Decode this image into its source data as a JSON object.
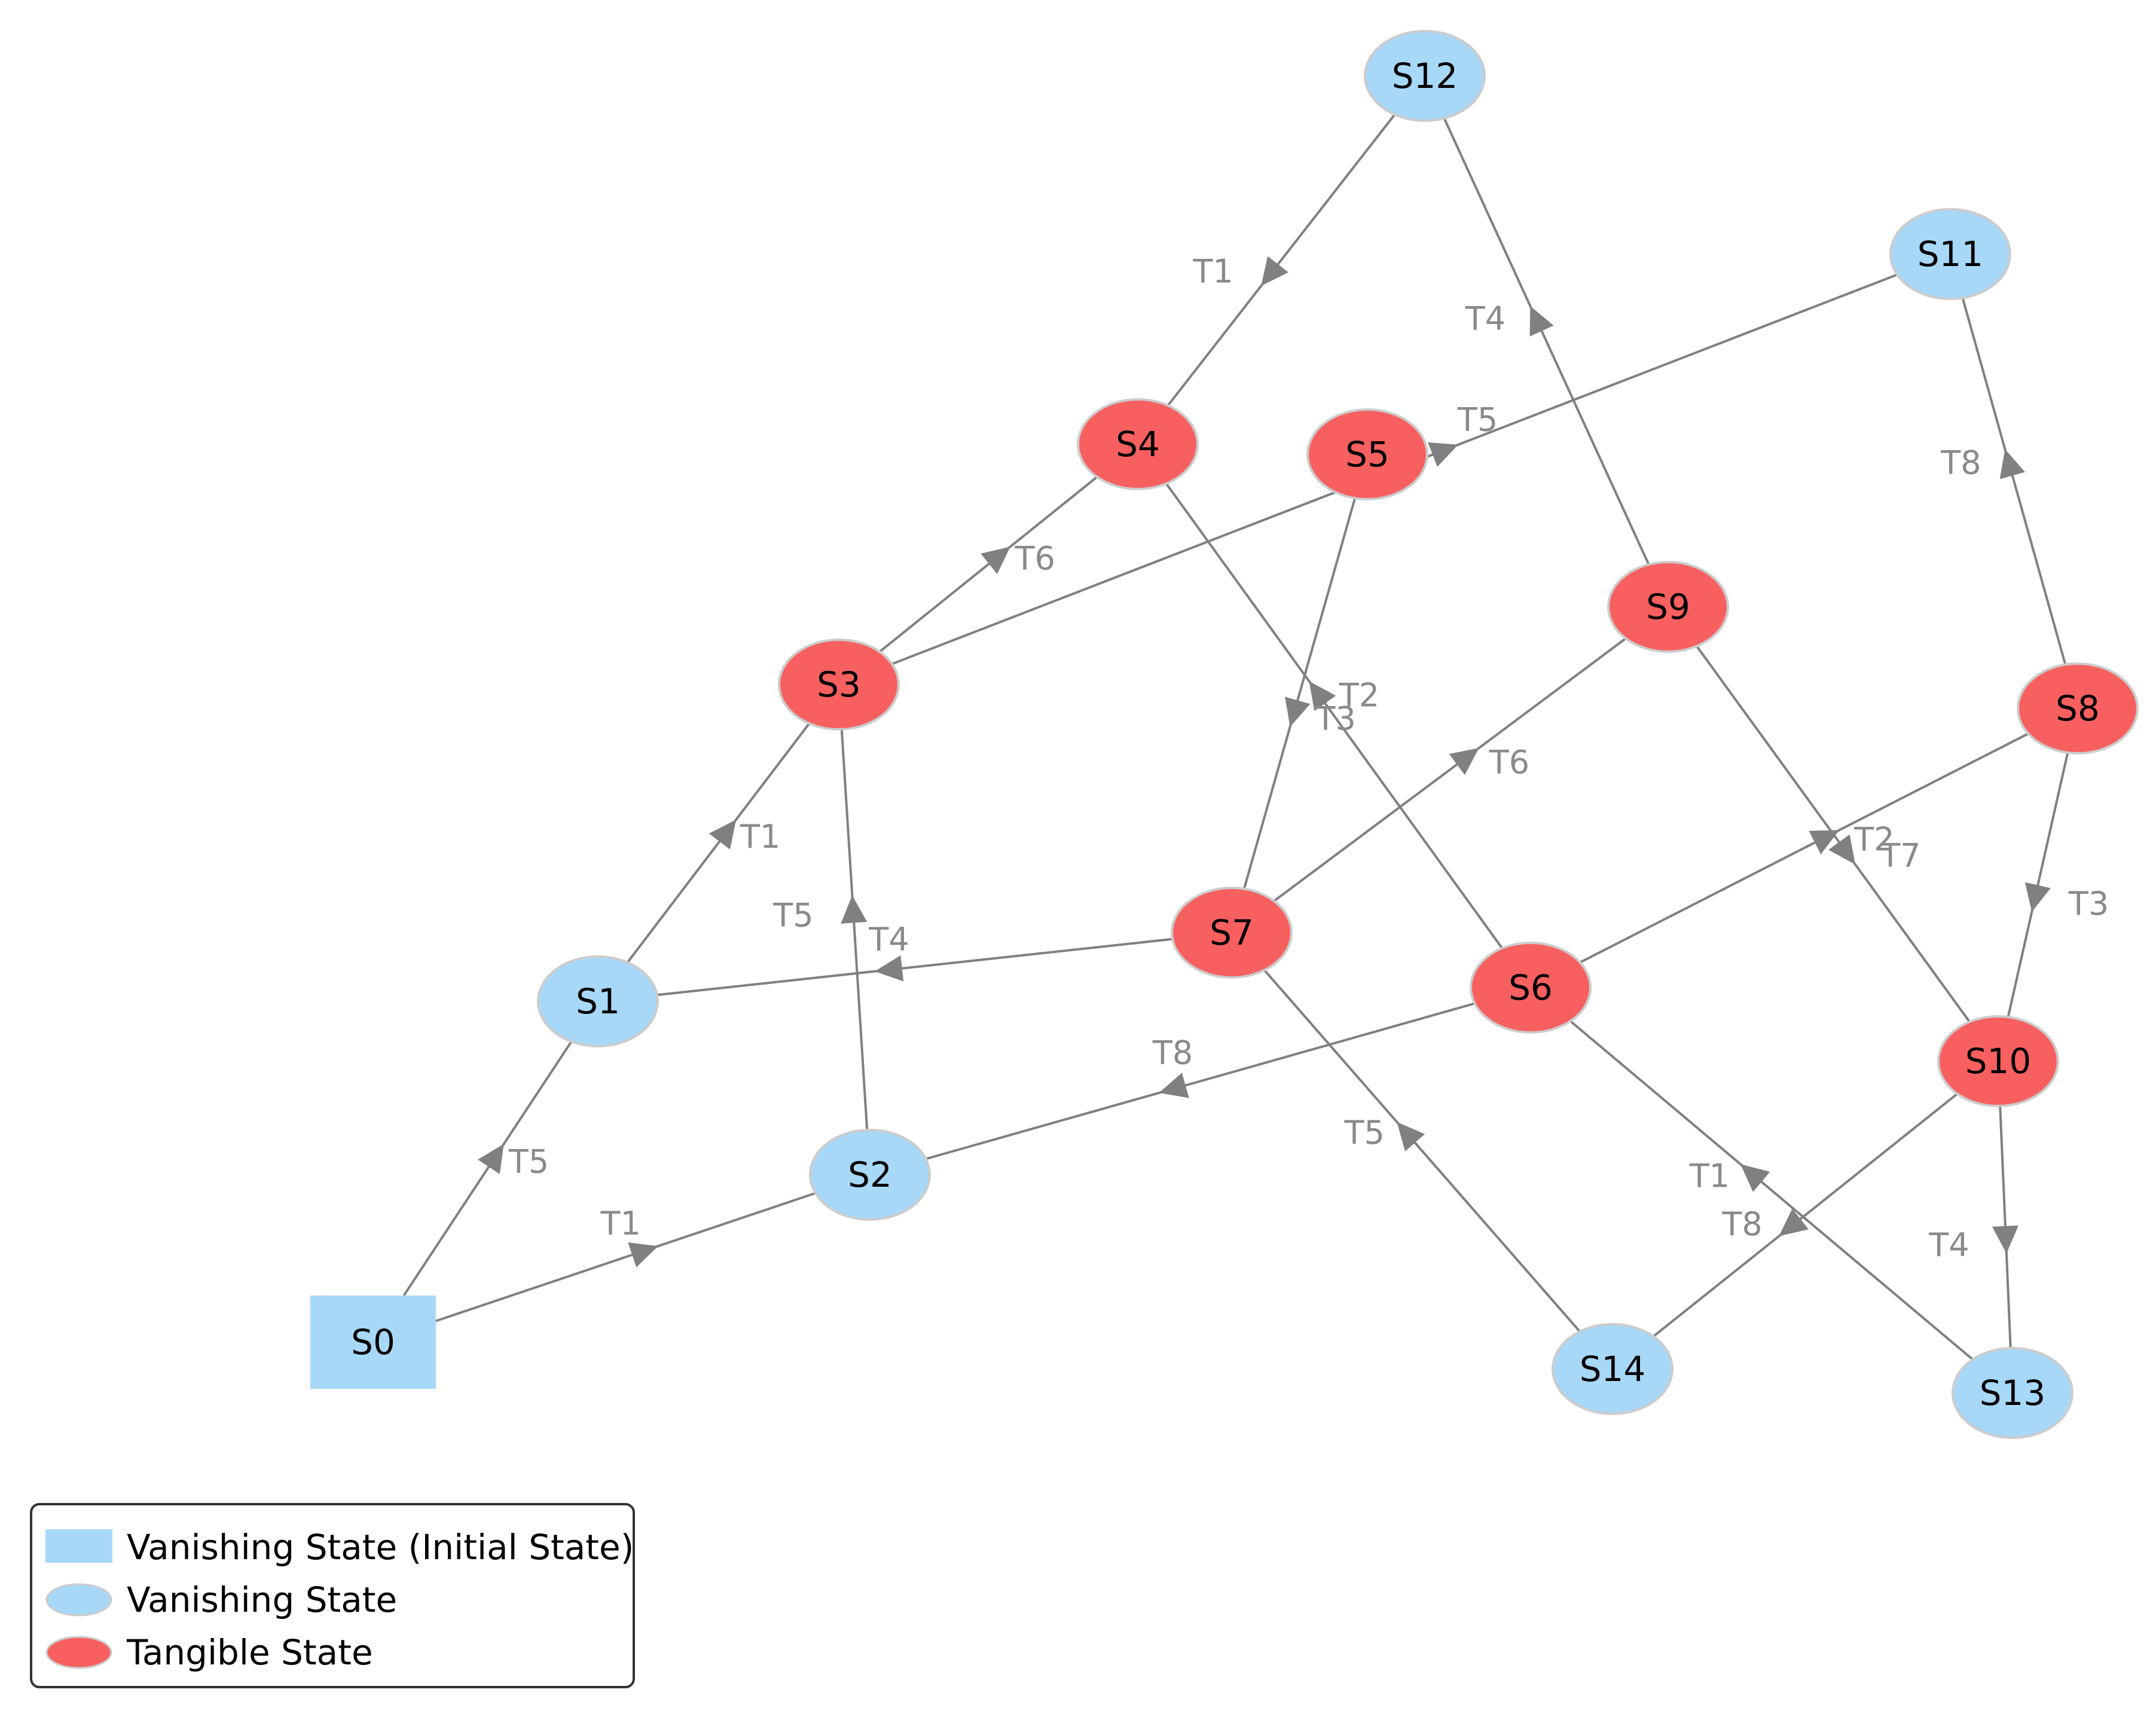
{
  "colors": {
    "vanishing": "#a8d8f8",
    "tangible": "#f86060",
    "edge": "#808080",
    "edge_label": "#8a8a8a",
    "node_border": "#cccccc"
  },
  "nodes": [
    {
      "id": "S0",
      "label": "S0",
      "kind": "vanishing-initial"
    },
    {
      "id": "S1",
      "label": "S1",
      "kind": "vanishing"
    },
    {
      "id": "S2",
      "label": "S2",
      "kind": "vanishing"
    },
    {
      "id": "S3",
      "label": "S3",
      "kind": "tangible"
    },
    {
      "id": "S4",
      "label": "S4",
      "kind": "tangible"
    },
    {
      "id": "S5",
      "label": "S5",
      "kind": "tangible"
    },
    {
      "id": "S6",
      "label": "S6",
      "kind": "tangible"
    },
    {
      "id": "S7",
      "label": "S7",
      "kind": "tangible"
    },
    {
      "id": "S8",
      "label": "S8",
      "kind": "tangible"
    },
    {
      "id": "S9",
      "label": "S9",
      "kind": "tangible"
    },
    {
      "id": "S10",
      "label": "S10",
      "kind": "tangible"
    },
    {
      "id": "S11",
      "label": "S11",
      "kind": "vanishing"
    },
    {
      "id": "S12",
      "label": "S12",
      "kind": "vanishing"
    },
    {
      "id": "S13",
      "label": "S13",
      "kind": "vanishing"
    },
    {
      "id": "S14",
      "label": "S14",
      "kind": "vanishing"
    }
  ],
  "edges": [
    {
      "from": "S0",
      "to": "S1",
      "label": "T5"
    },
    {
      "from": "S0",
      "to": "S2",
      "label": "T1"
    },
    {
      "from": "S1",
      "to": "S3",
      "label": "T1"
    },
    {
      "from": "S2",
      "to": "S3",
      "label": "T5"
    },
    {
      "from": "S3",
      "to": "S4",
      "label": "T6"
    },
    {
      "from": "S3",
      "to": "S11",
      "label": "T5"
    },
    {
      "from": "S12",
      "to": "S4",
      "label": "T1"
    },
    {
      "from": "S9",
      "to": "S12",
      "label": "T4"
    },
    {
      "from": "S5",
      "to": "S7",
      "label": "T3"
    },
    {
      "from": "S6",
      "to": "S4",
      "label": "T2"
    },
    {
      "from": "S7",
      "to": "S9",
      "label": "T6"
    },
    {
      "from": "S7",
      "to": "S1",
      "label": "T4"
    },
    {
      "from": "S6",
      "to": "S2",
      "label": "T8"
    },
    {
      "from": "S6",
      "to": "S8",
      "label": "T2"
    },
    {
      "from": "S8",
      "to": "S11",
      "label": "T8"
    },
    {
      "from": "S8",
      "to": "S10",
      "label": "T3"
    },
    {
      "from": "S9",
      "to": "S10",
      "label": "T7"
    },
    {
      "from": "S10",
      "to": "S14",
      "label": "T8"
    },
    {
      "from": "S10",
      "to": "S13",
      "label": "T4"
    },
    {
      "from": "S13",
      "to": "S6",
      "label": "T1"
    },
    {
      "from": "S14",
      "to": "S7",
      "label": "T5"
    }
  ],
  "legend": {
    "items": [
      {
        "kind": "vanishing-initial",
        "label": "Vanishing State (Initial State)"
      },
      {
        "kind": "vanishing",
        "label": "Vanishing State"
      },
      {
        "kind": "tangible",
        "label": "Tangible State"
      }
    ]
  }
}
